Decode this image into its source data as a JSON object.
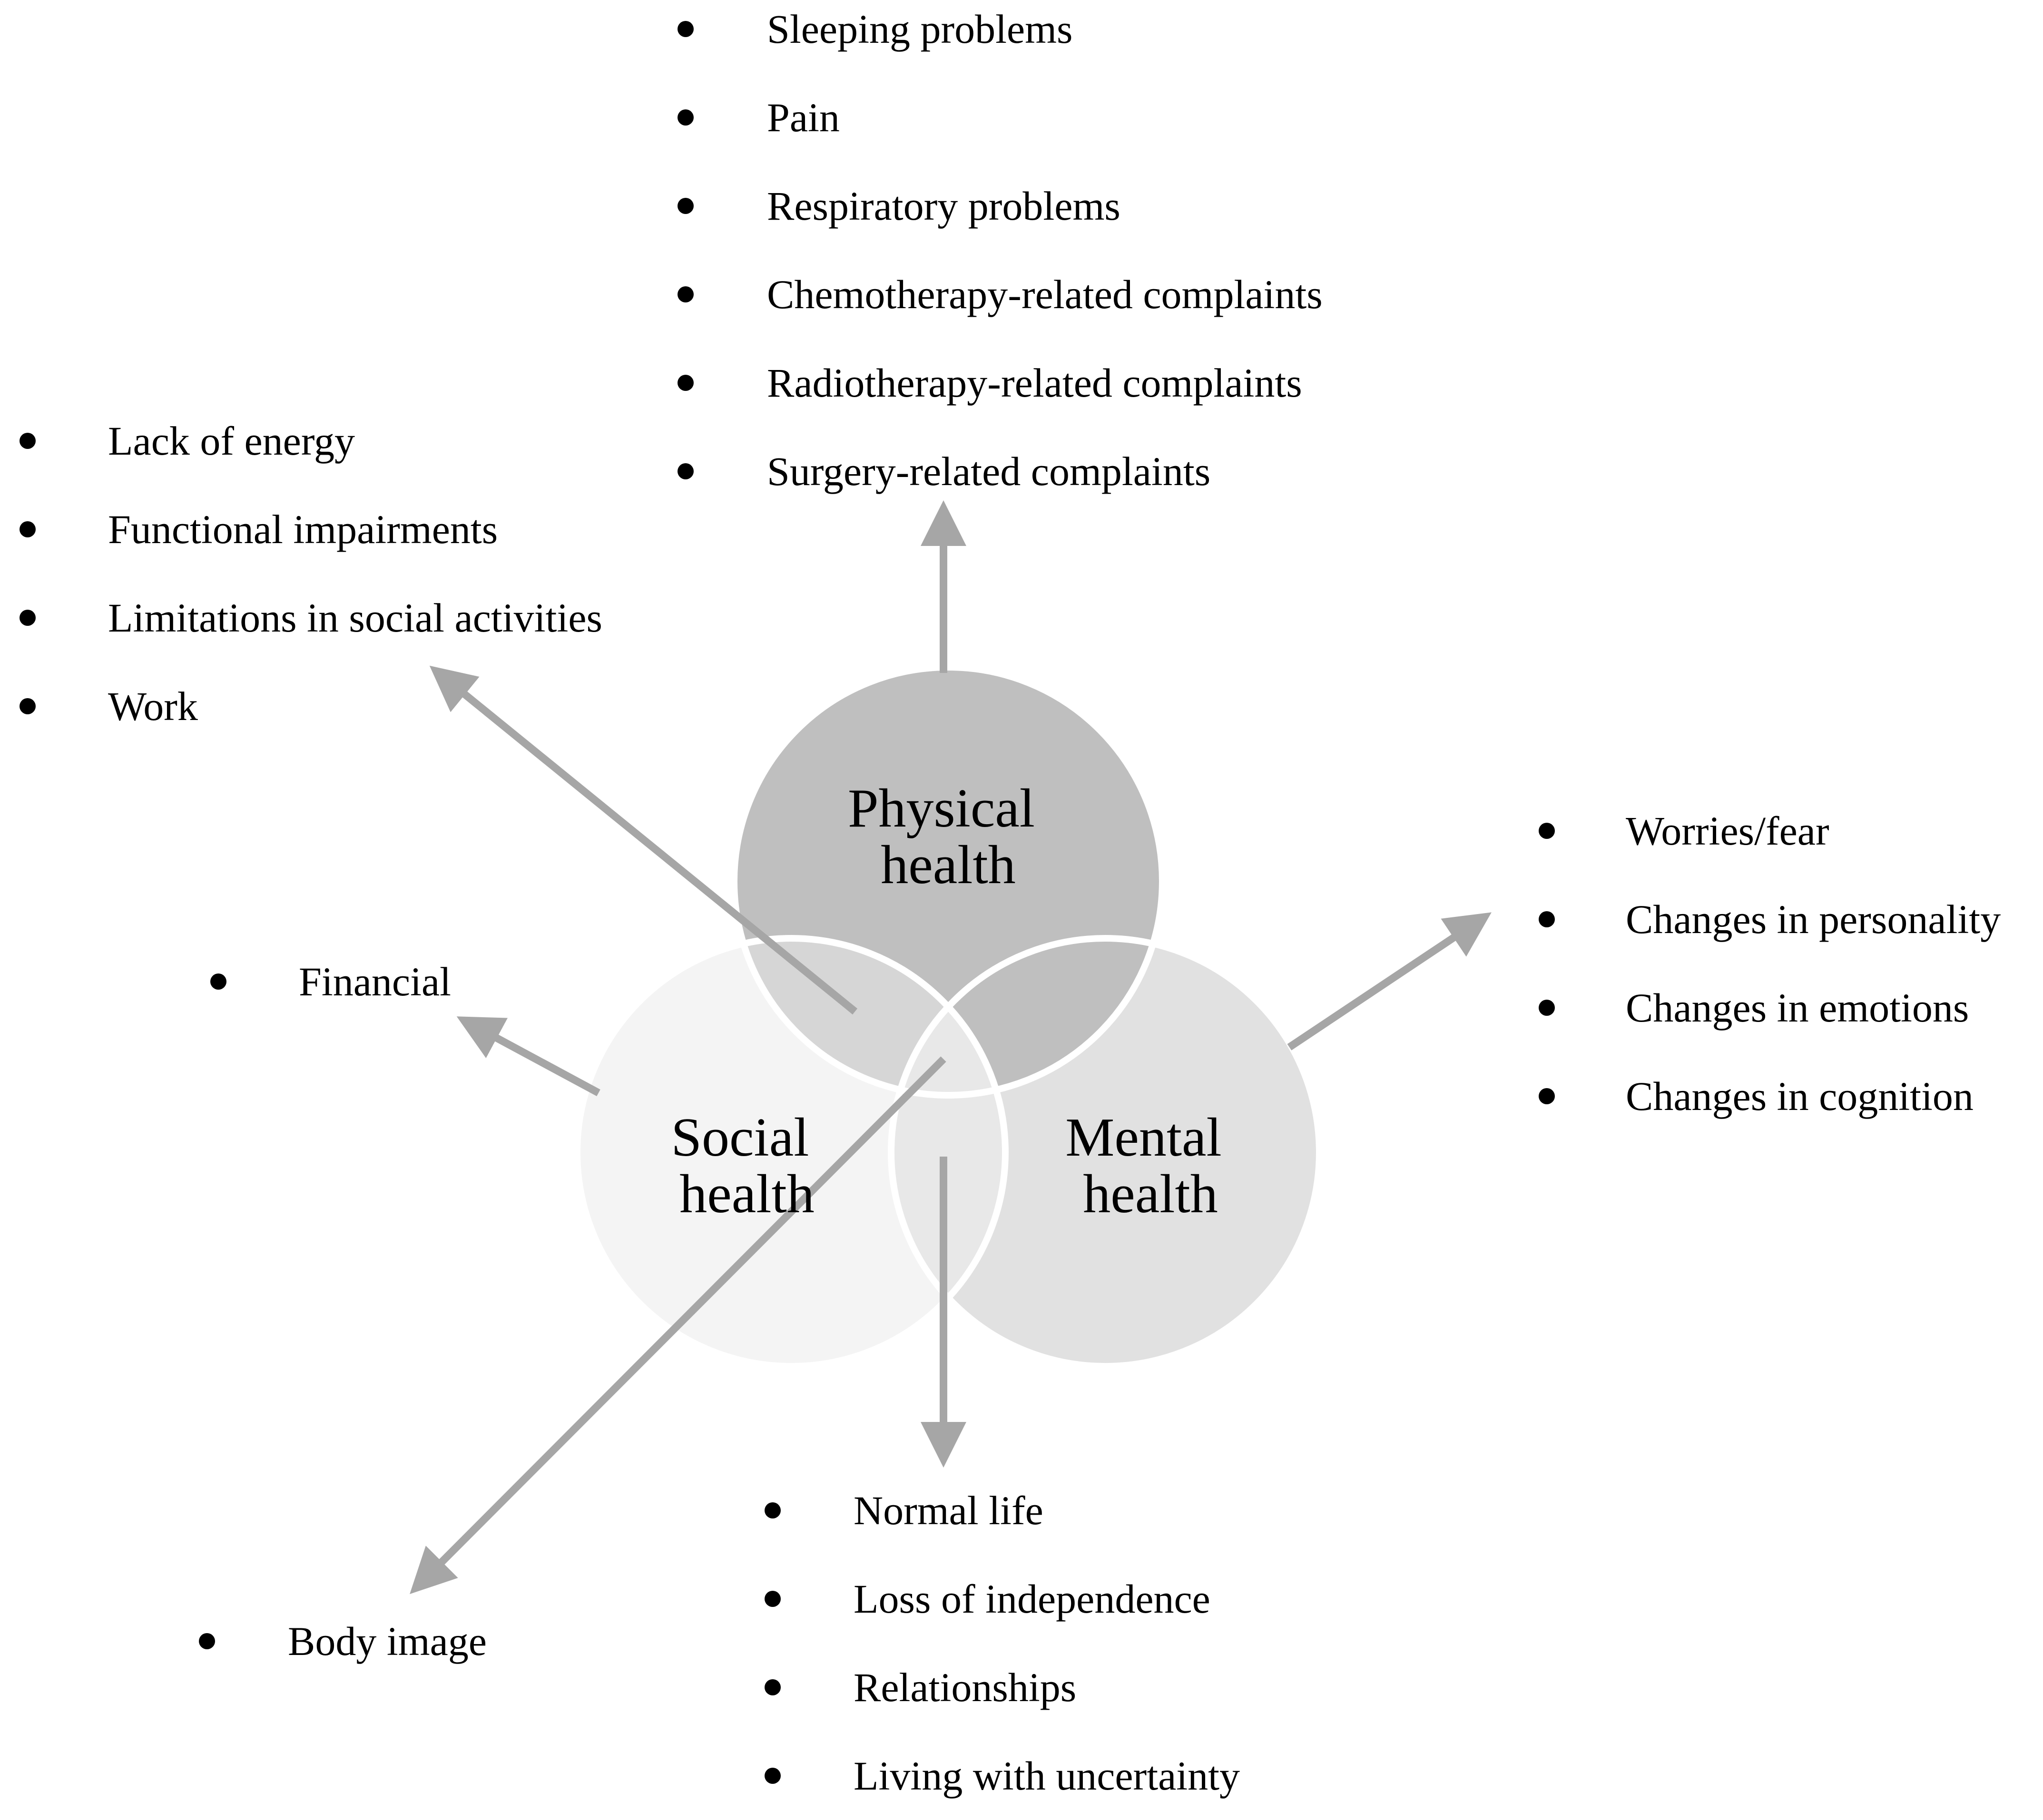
{
  "circles": {
    "physical": {
      "line1": "Physical",
      "line2": "health",
      "fill": "#bfbfbf"
    },
    "social": {
      "line1": "Social",
      "line2": "health",
      "fill": "#f4f4f4"
    },
    "mental": {
      "line1": "Mental",
      "line2": "health",
      "fill": "#e1e1e1"
    }
  },
  "lists": {
    "physical": [
      "Sleeping problems",
      "Pain",
      "Respiratory problems",
      "Chemotherapy-related complaints",
      "Radiotherapy-related complaints",
      "Surgery-related complaints"
    ],
    "social_left": [
      "Lack of energy",
      "Functional impairments",
      "Limitations in social activities",
      "Work"
    ],
    "financial": [
      "Financial"
    ],
    "mental": [
      "Worries/fear",
      "Changes in personality",
      "Changes in emotions",
      "Changes in cognition"
    ],
    "bottom": [
      "Normal life",
      "Loss of independence",
      "Relationships",
      "Living with uncertainty"
    ],
    "body": [
      "Body image"
    ]
  },
  "colors": {
    "arrow": "#a6a6a6",
    "overlap_physical_social": "#d6d6d6",
    "overlap_center": "#e8e8e8"
  }
}
